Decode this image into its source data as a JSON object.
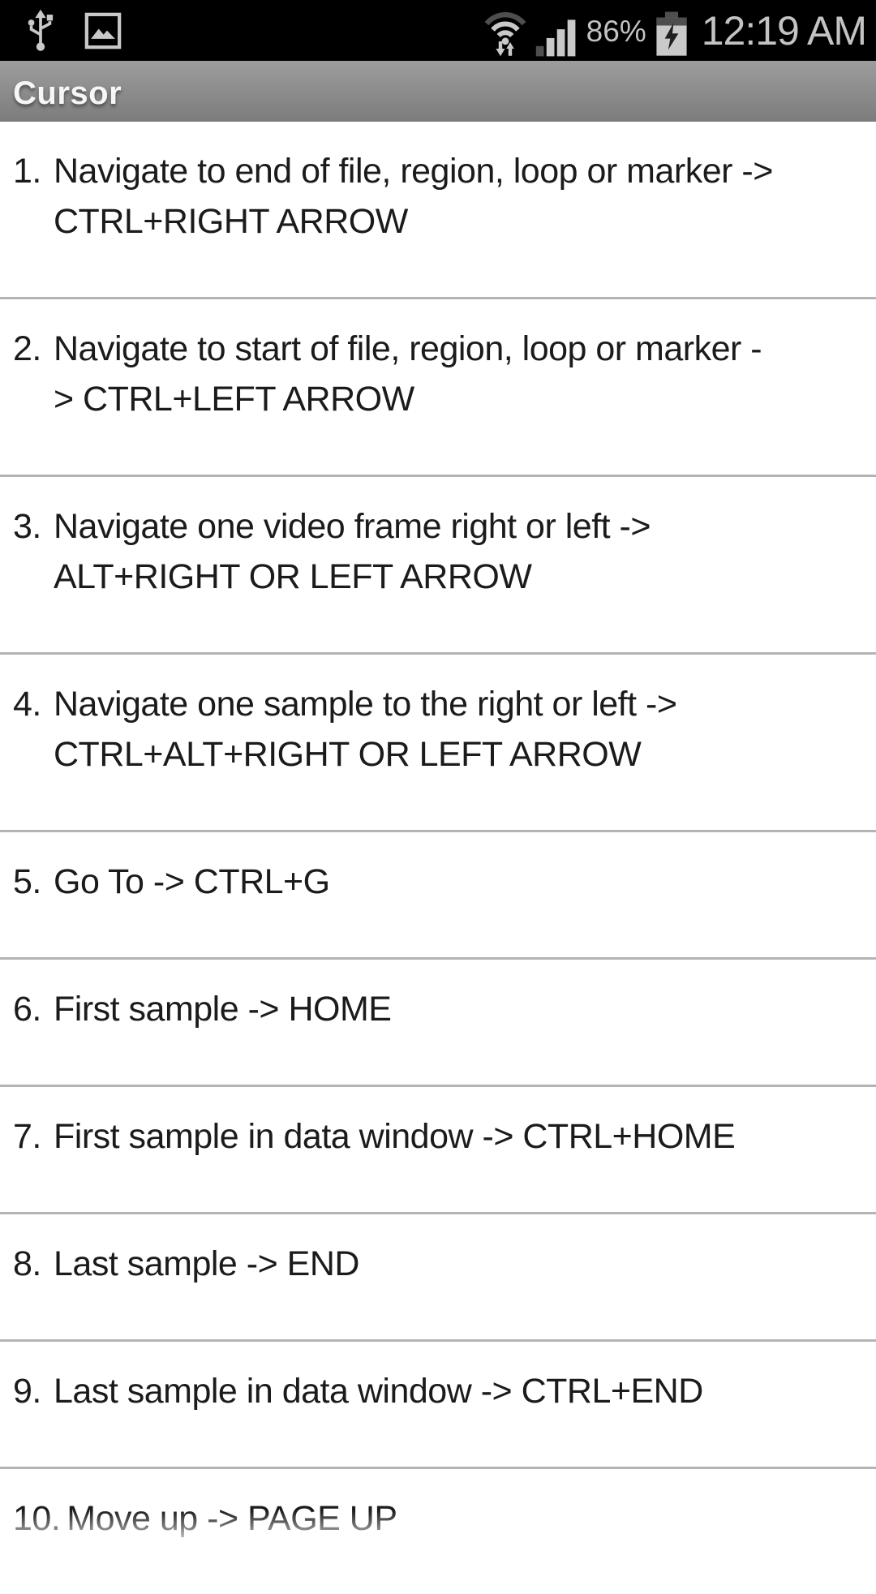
{
  "status_bar": {
    "battery_percent": "86%",
    "time": "12:19 AM",
    "icons": [
      {
        "name": "usb-icon",
        "meaning": "USB connected"
      },
      {
        "name": "gallery-icon",
        "meaning": "media notification"
      },
      {
        "name": "wifi-activity-icon",
        "meaning": "wifi with up/down data arrows"
      },
      {
        "name": "signal-strength-icon",
        "meaning": "cellular signal bars"
      },
      {
        "name": "battery-charging-icon",
        "meaning": "battery charging"
      }
    ]
  },
  "header": {
    "title": "Cursor"
  },
  "colors": {
    "status_bar_bg": "#000000",
    "status_icon_light": "#c9c9c9",
    "status_icon_dim": "#4e4e4e",
    "status_text": "#c3c3c3",
    "header_gradient_top": "#9d9d9d",
    "header_gradient_bottom": "#7c7c7c",
    "header_title": "#f6f6f6",
    "list_bg": "#ffffff",
    "list_text": "#1b1b1b",
    "divider": "#b4b4b4"
  },
  "list": {
    "items": [
      {
        "number": "1.",
        "lines": [
          "Navigate to end of file, region, loop or marker ->",
          "CTRL+RIGHT ARROW"
        ]
      },
      {
        "number": "2.",
        "lines": [
          "Navigate to start of file, region, loop or marker -",
          "> CTRL+LEFT ARROW"
        ]
      },
      {
        "number": "3.",
        "lines": [
          "Navigate one video frame right or left ->",
          "ALT+RIGHT OR LEFT ARROW"
        ]
      },
      {
        "number": "4.",
        "lines": [
          "Navigate one sample to the right or left ->",
          "CTRL+ALT+RIGHT OR LEFT ARROW"
        ]
      },
      {
        "number": "5.",
        "lines": [
          "Go To -> CTRL+G"
        ]
      },
      {
        "number": "6.",
        "lines": [
          "First sample -> HOME"
        ]
      },
      {
        "number": "7.",
        "lines": [
          "First sample in data window -> CTRL+HOME"
        ]
      },
      {
        "number": "8.",
        "lines": [
          "Last sample -> END"
        ]
      },
      {
        "number": "9.",
        "lines": [
          "Last sample in data window -> CTRL+END"
        ]
      },
      {
        "number": "10.",
        "lines": [
          "Move up -> PAGE UP"
        ]
      }
    ]
  }
}
